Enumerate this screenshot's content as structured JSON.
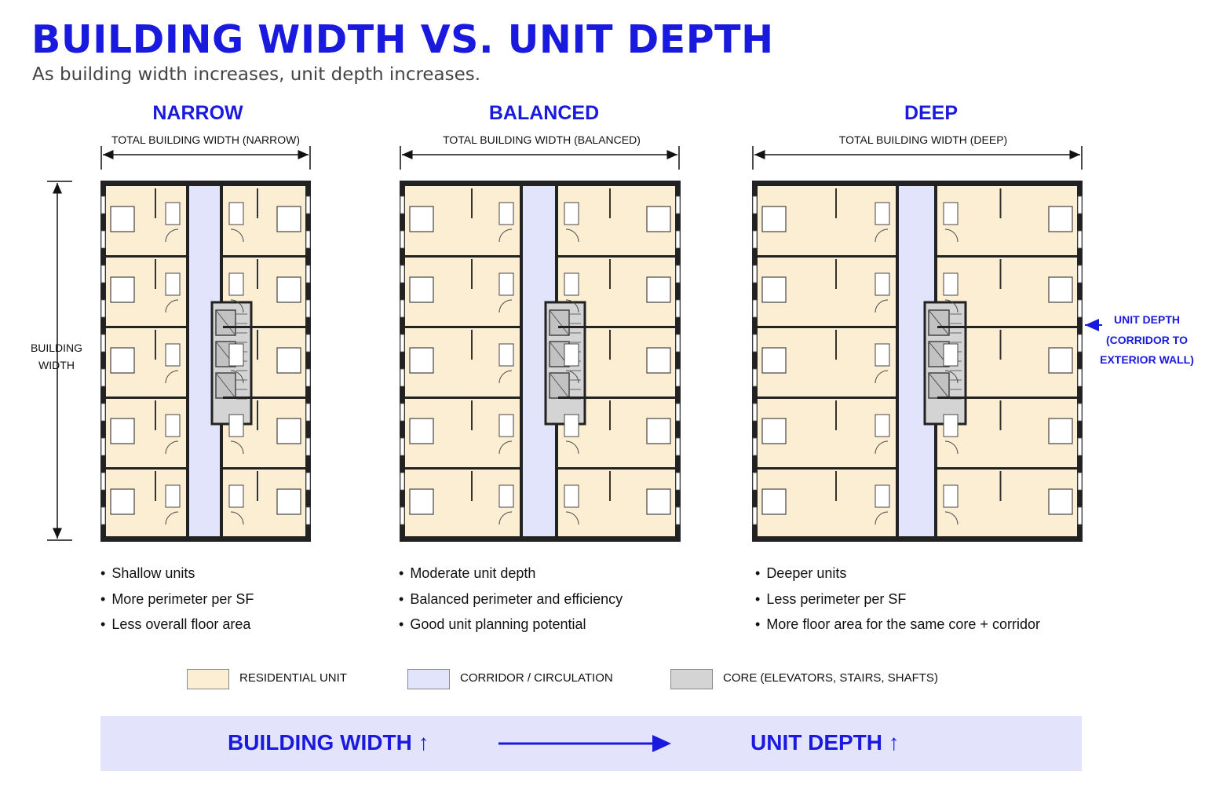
{
  "title": "BUILDING WIDTH VS. UNIT DEPTH",
  "subtitle": "As building width increases, unit depth increases.",
  "side_label": {
    "line1": "BUILDING",
    "line2": "WIDTH"
  },
  "depth_annotation": {
    "line1": "UNIT DEPTH",
    "line2": "(CORRIDOR TO",
    "line3": "EXTERIOR WALL)"
  },
  "panels": [
    {
      "title": "NARROW",
      "width_label": "TOTAL BUILDING WIDTH (NARROW)",
      "bullets": [
        "Shallow units",
        "More perimeter per SF",
        "Less overall floor area"
      ]
    },
    {
      "title": "BALANCED",
      "width_label": "TOTAL BUILDING WIDTH (BALANCED)",
      "bullets": [
        "Moderate unit depth",
        "Balanced perimeter and efficiency",
        "Good unit planning potential"
      ]
    },
    {
      "title": "DEEP",
      "width_label": "TOTAL BUILDING WIDTH (DEEP)",
      "bullets": [
        "Deeper units",
        "Less perimeter per SF",
        "More floor area for the same core + corridor"
      ]
    }
  ],
  "legend": [
    {
      "label": "RESIDENTIAL UNIT",
      "color": "#fbeed3"
    },
    {
      "label": "CORRIDOR / CIRCULATION",
      "color": "#e1e4fb"
    },
    {
      "label": "CORE (ELEVATORS, STAIRS, SHAFTS)",
      "color": "#d4d4d4"
    }
  ],
  "banner": {
    "left": "BUILDING WIDTH ↑",
    "right": "UNIT DEPTH ↑"
  },
  "colors": {
    "accent": "#1a1adf",
    "unit": "#fbeed3",
    "corridor": "#e1e4fb",
    "core": "#d4d4d4",
    "wall": "#222222"
  }
}
